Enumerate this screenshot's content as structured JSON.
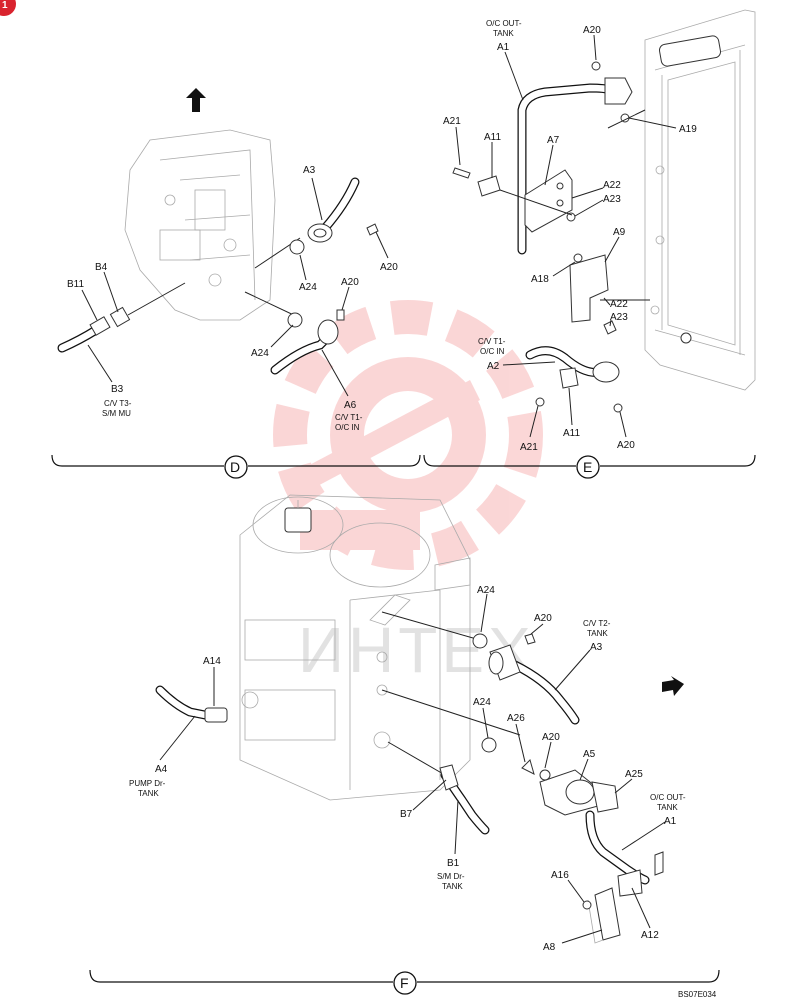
{
  "corner_badge": "1",
  "views": [
    {
      "id": "view-d",
      "circle_label": "D"
    },
    {
      "id": "view-e",
      "circle_label": "E"
    },
    {
      "id": "view-f",
      "circle_label": "F"
    }
  ],
  "labels": {
    "d": {
      "A3": "A3",
      "A20": "A20",
      "A24_top": "A24",
      "A20_b": "A20",
      "A24_b": "A24",
      "A6": "A6",
      "A6_desc": [
        "C/V T1-",
        "O/C IN"
      ],
      "B4": "B4",
      "B11": "B11",
      "B3": "B3",
      "B3_desc": [
        "C/V T3-",
        "S/M MU"
      ]
    },
    "e": {
      "A1_desc": [
        "O/C OUT-",
        "TANK"
      ],
      "A1": "A1",
      "A20_top": "A20",
      "A19": "A19",
      "A21_top": "A21",
      "A11_top": "A11",
      "A7": "A7",
      "A22_top": "A22",
      "A23_top": "A23",
      "A9": "A9",
      "A18": "A18",
      "A22": "A22",
      "A23": "A23",
      "A2_desc": [
        "C/V T1-",
        "O/C IN"
      ],
      "A2": "A2",
      "A21": "A21",
      "A11": "A11",
      "A20": "A20"
    },
    "f": {
      "A24_top": "A24",
      "A20_top": "A20",
      "A3_desc": [
        "C/V T2-",
        "TANK"
      ],
      "A3": "A3",
      "A14": "A14",
      "A4": "A4",
      "A4_desc": [
        "PUMP Dr-",
        "TANK"
      ],
      "A24": "A24",
      "A26": "A26",
      "A20": "A20",
      "A5": "A5",
      "A25": "A25",
      "A1_desc": [
        "O/C OUT-",
        "TANK"
      ],
      "A1": "A1",
      "B7": "B7",
      "B1": "B1",
      "B1_desc": [
        "S/M Dr-",
        "TANK"
      ],
      "A16": "A16",
      "A8": "A8",
      "A12": "A12"
    }
  },
  "drawing_code": "BS07E034",
  "watermark_text": "ИНТЕХ",
  "colors": {
    "line": "#222222",
    "watermark": "#f07070",
    "badge": "#d9232e"
  }
}
